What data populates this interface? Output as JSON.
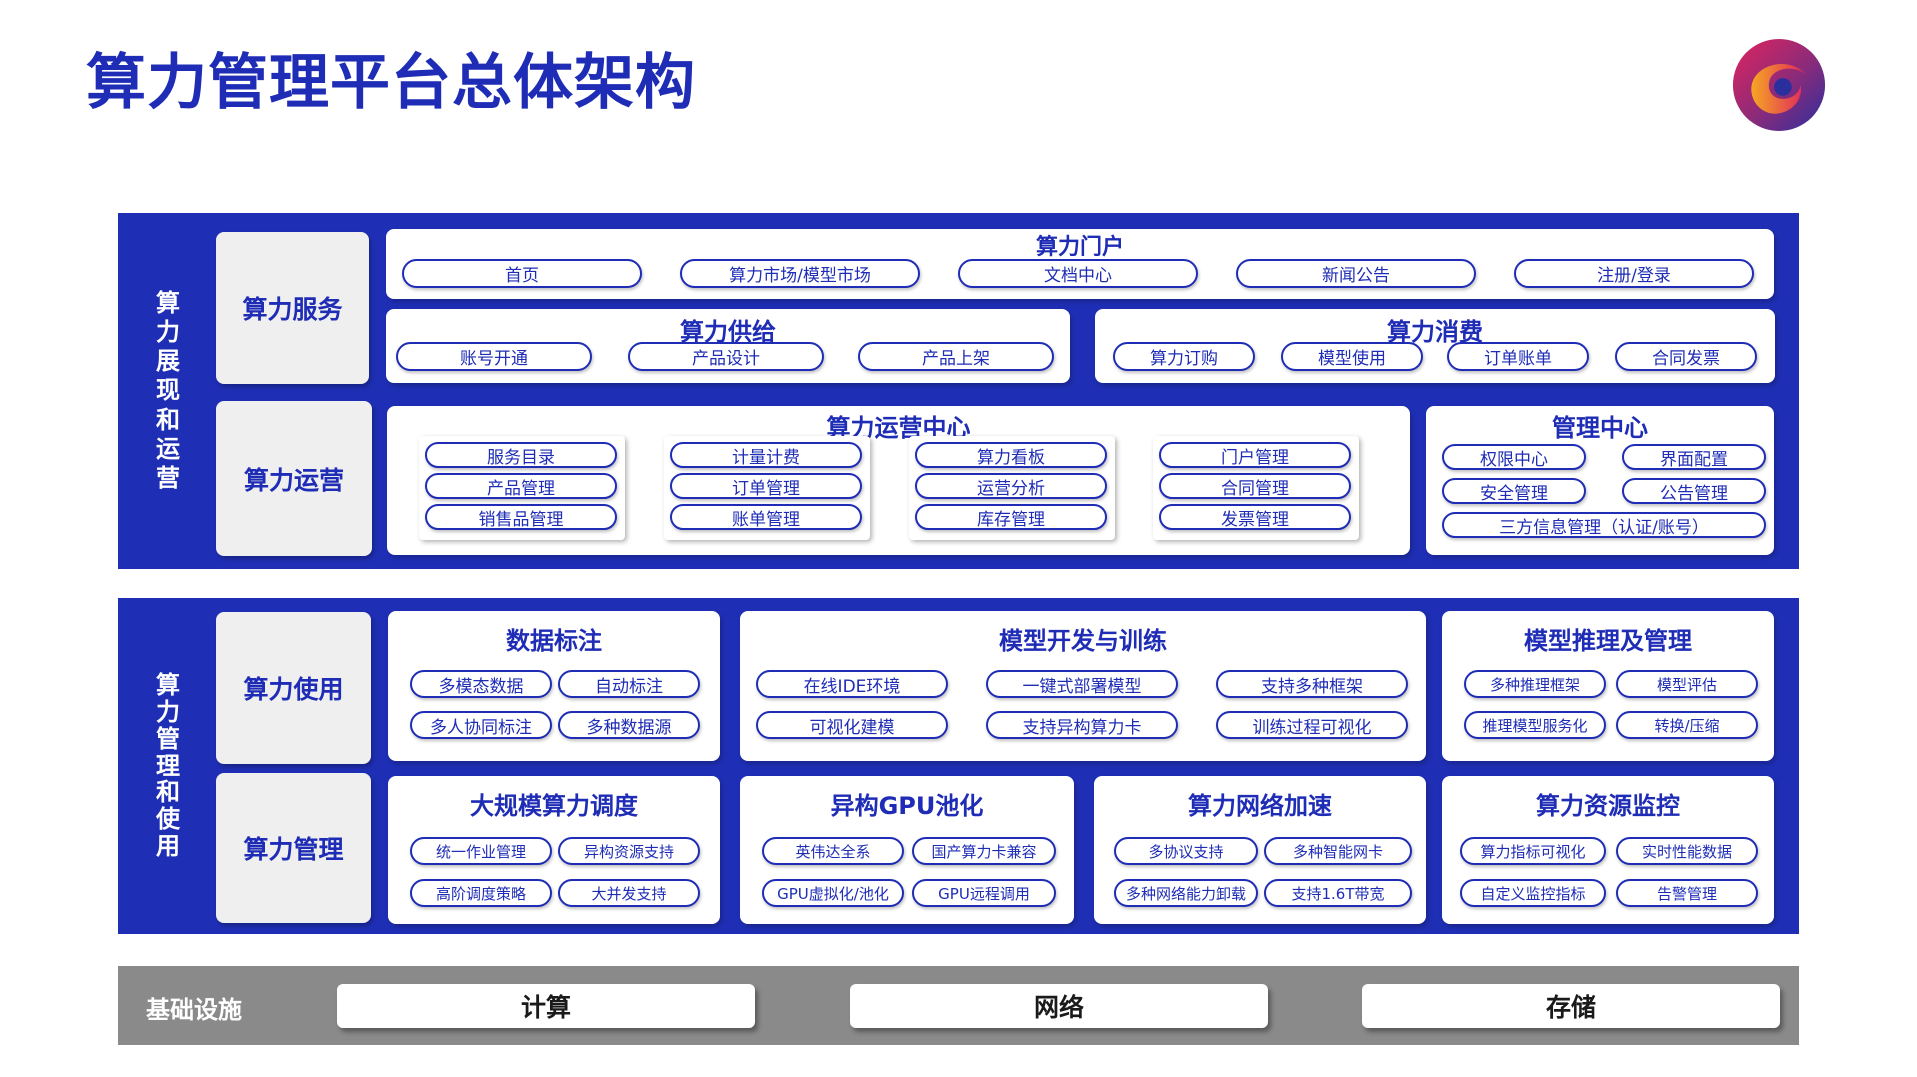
{
  "title": "算力管理平台总体架构",
  "top": {
    "label_chars": [
      "算",
      "力",
      "展",
      "现",
      "和",
      "运",
      "营"
    ],
    "service": {
      "label": "算力服务",
      "portal": {
        "title": "算力门户",
        "items": [
          "首页",
          "算力市场/模型市场",
          "文档中心",
          "新闻公告",
          "注册/登录"
        ]
      },
      "supply": {
        "title": "算力供给",
        "items": [
          "账号开通",
          "产品设计",
          "产品上架"
        ]
      },
      "consume": {
        "title": "算力消费",
        "items": [
          "算力订购",
          "模型使用",
          "订单账单",
          "合同发票"
        ]
      }
    },
    "ops": {
      "label": "算力运营",
      "center": {
        "title": "算力运营中心",
        "groups": [
          [
            "服务目录",
            "产品管理",
            "销售品管理"
          ],
          [
            "计量计费",
            "订单管理",
            "账单管理"
          ],
          [
            "算力看板",
            "运营分析",
            "库存管理"
          ],
          [
            "门户管理",
            "合同管理",
            "发票管理"
          ]
        ]
      },
      "mgmt": {
        "title": "管理中心",
        "items": [
          "权限中心",
          "界面配置",
          "安全管理",
          "公告管理",
          "三方信息管理（认证/账号）"
        ]
      }
    }
  },
  "bottom": {
    "label_chars": [
      "算",
      "力",
      "管",
      "理",
      "和",
      "使",
      "用"
    ],
    "use": {
      "label": "算力使用",
      "annotate": {
        "title": "数据标注",
        "items": [
          "多模态数据",
          "自动标注",
          "多人协同标注",
          "多种数据源"
        ]
      },
      "dev": {
        "title": "模型开发与训练",
        "items": [
          "在线IDE环境",
          "一键式部署模型",
          "支持多种框架",
          "可视化建模",
          "支持异构算力卡",
          "训练过程可视化"
        ]
      },
      "infer": {
        "title": "模型推理及管理",
        "items": [
          "多种推理框架",
          "模型评估",
          "推理模型服务化",
          "转换/压缩"
        ]
      }
    },
    "manage": {
      "label": "算力管理",
      "sched": {
        "title": "大规模算力调度",
        "items": [
          "统一作业管理",
          "异构资源支持",
          "高阶调度策略",
          "大并发支持"
        ]
      },
      "gpu": {
        "title": "异构GPU池化",
        "items": [
          "英伟达全系",
          "国产算力卡兼容",
          "GPU虚拟化/池化",
          "GPU远程调用"
        ]
      },
      "net": {
        "title": "算力网络加速",
        "items": [
          "多协议支持",
          "多种智能网卡",
          "多种网络能力卸载",
          "支持1.6T带宽"
        ]
      },
      "monitor": {
        "title": "算力资源监控",
        "items": [
          "算力指标可视化",
          "实时性能数据",
          "自定义监控指标",
          "告警管理"
        ]
      }
    }
  },
  "infra": {
    "label": "基础设施",
    "items": [
      "计算",
      "网络",
      "存储"
    ]
  },
  "colors": {
    "primary": "#1f2fb5",
    "panel": "#efefef",
    "infra": "#8a8a8a"
  },
  "icons": {
    "logo": "swirl-logo-icon"
  }
}
